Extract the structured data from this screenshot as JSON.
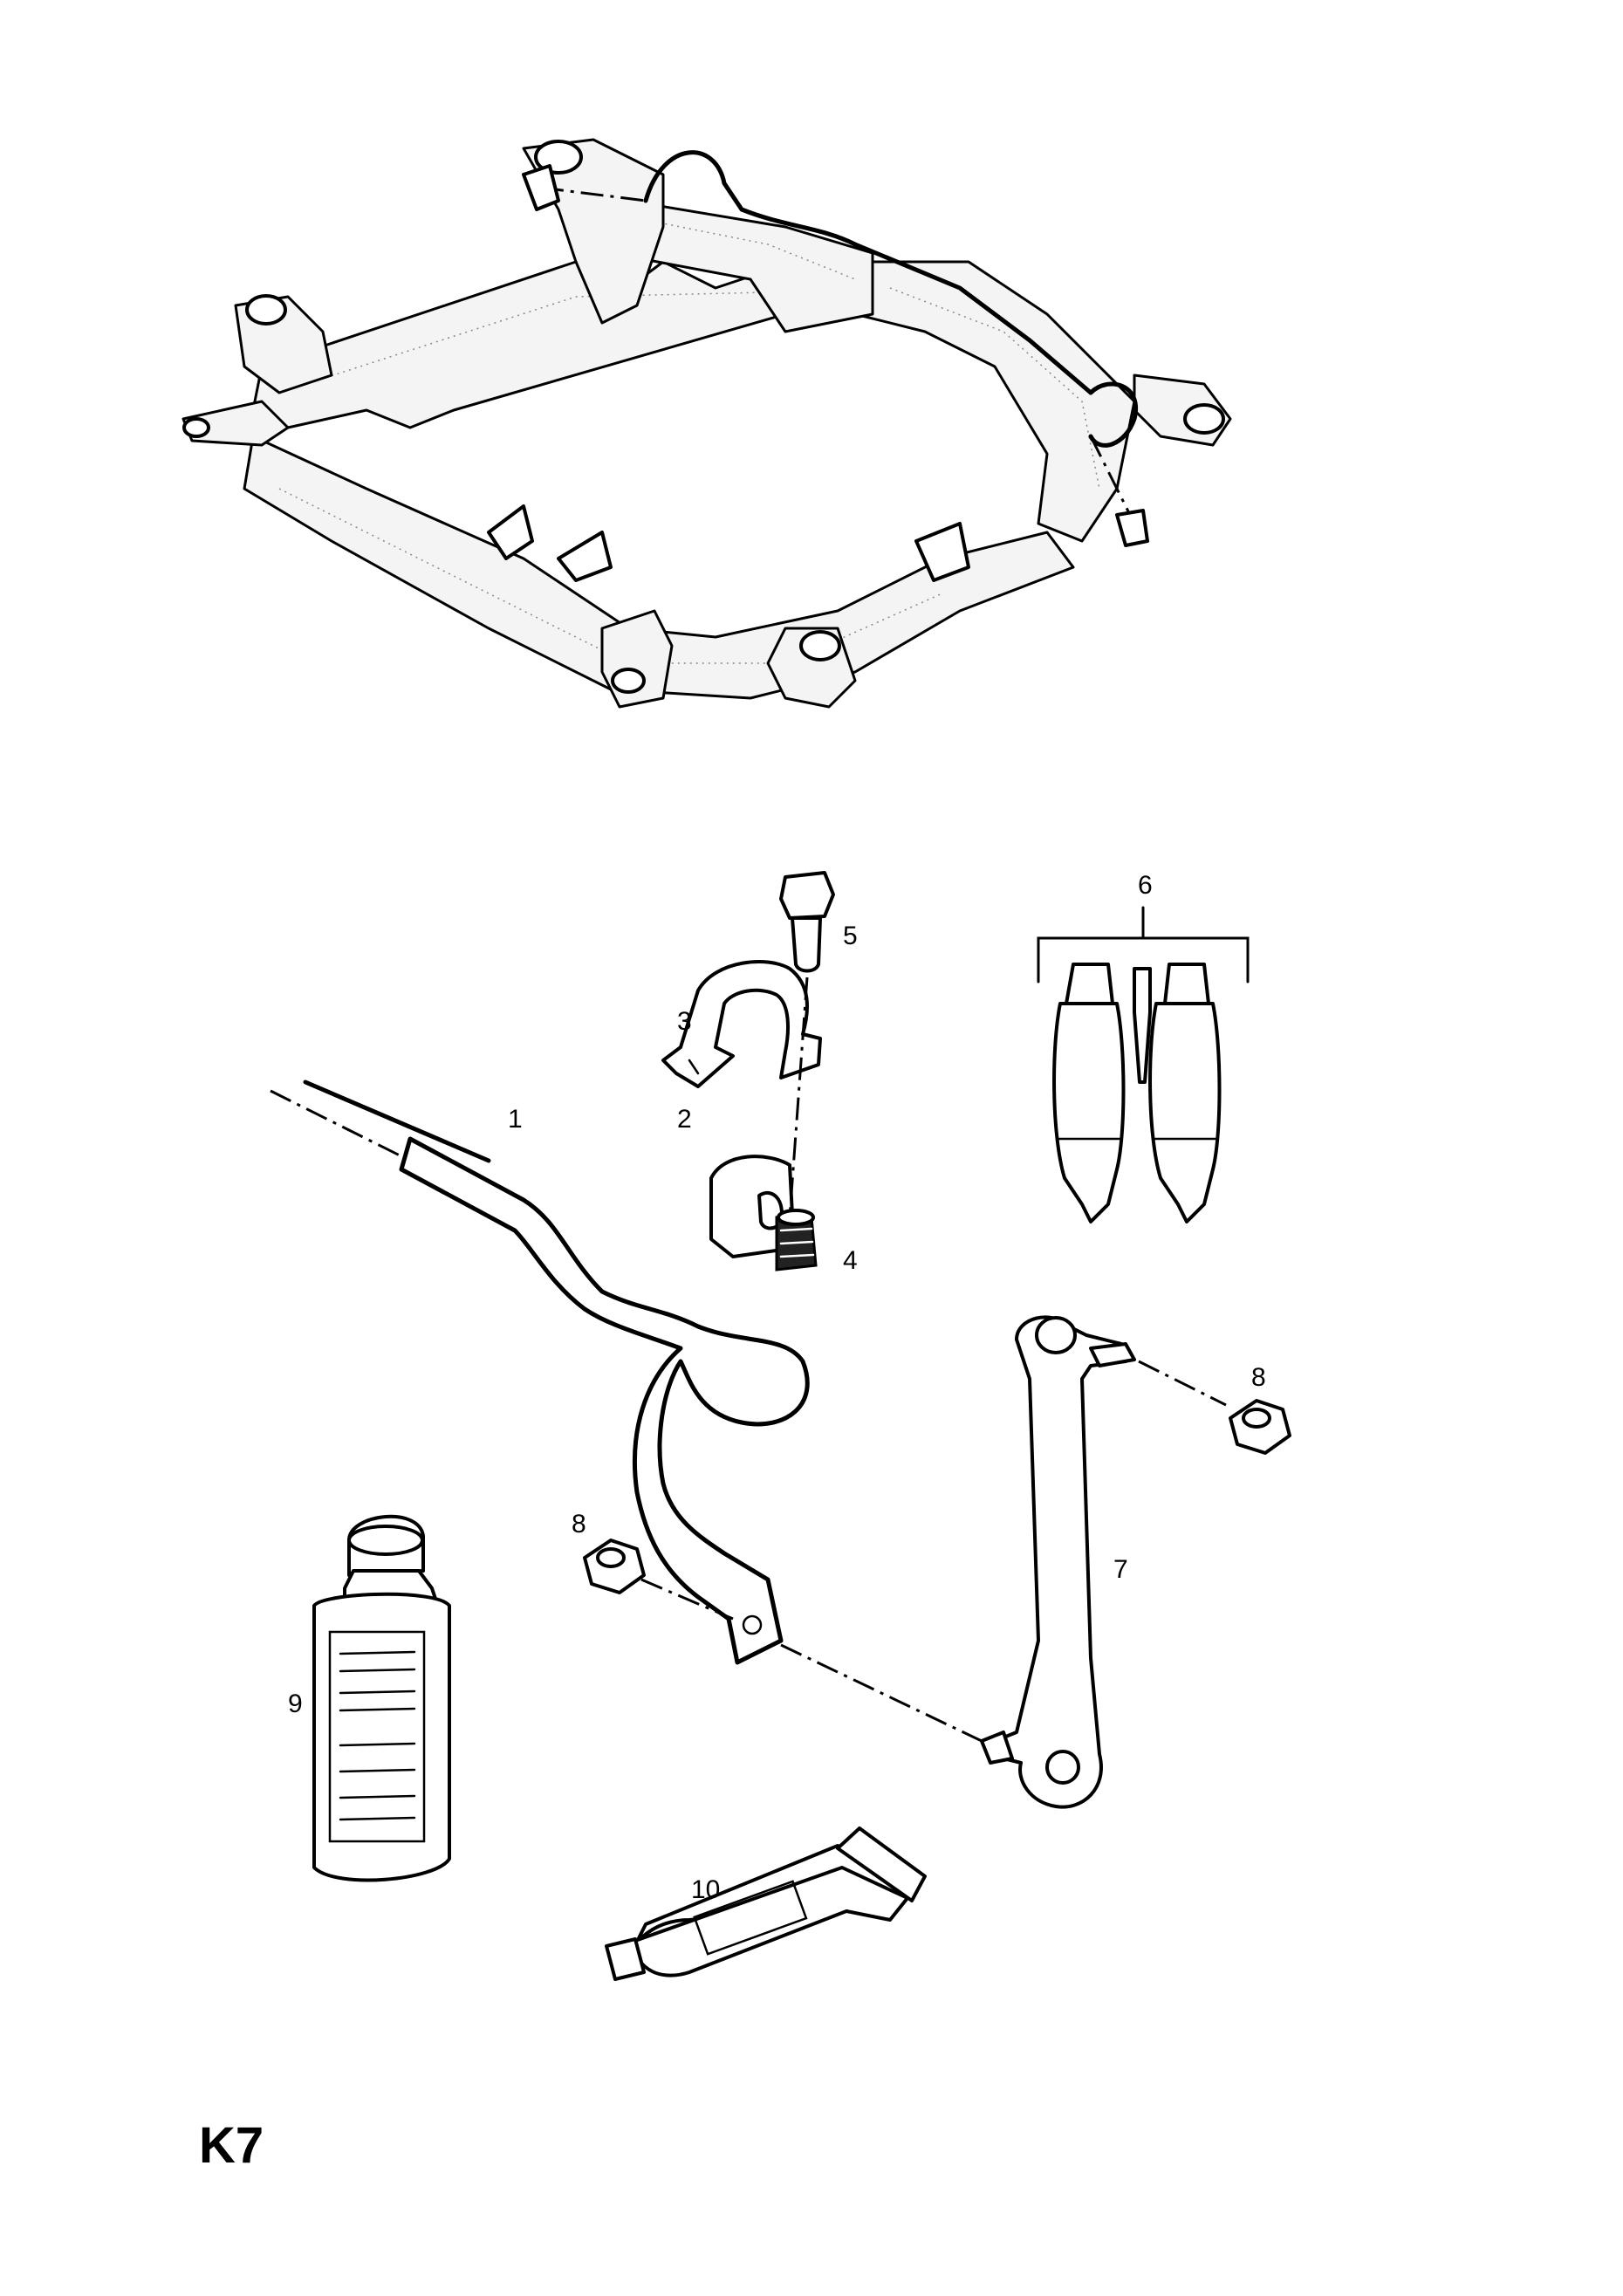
{
  "page_code": "K7",
  "callouts": {
    "c1": "1",
    "c2": "2",
    "c3": "3",
    "c4": "4",
    "c5": "5",
    "c6": "6",
    "c7": "7",
    "c8a": "8",
    "c8b": "8",
    "c9": "9",
    "c10": "10"
  },
  "colors": {
    "line": "#000000",
    "background": "#ffffff",
    "frame_fill": "#f4f4f4"
  }
}
